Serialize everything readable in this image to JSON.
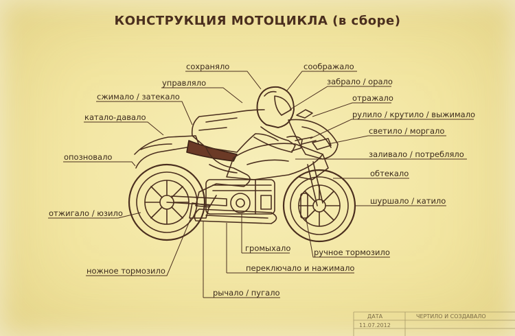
{
  "title": "КОНСТРУКЦИЯ МОТОЦИКЛА (в сборе)",
  "labels": {
    "sohranyalo": "сохраняло",
    "soobrazhalo": "соображало",
    "upravlyalo": "управляло",
    "zabralo": "забрало / орало",
    "szhimalo": "сжимало / затекало",
    "otrazhalo": "отражало",
    "rulilo": "рулило / крутило / выжимало",
    "katalo": "катало-давало",
    "svetilo": "светило / моргало",
    "opoznovalo": "опозновало",
    "zalivalo": "заливало / потребляло",
    "obtekalo": "обтекало",
    "otzhigalo": "отжигало / юзило",
    "shurshalo": "шуршало / катило",
    "gromyhalo": "громыхало",
    "ruchnoe": "ручное тормозило",
    "nozhnoe": "ножное тормозило",
    "pereklyuchalo": "переключало и нажимало",
    "rychalo": "рычало / пугало"
  },
  "title_block": {
    "date_header": "ДАТА",
    "author_header": "ЧЕРТИЛО И СОЗДАВАЛО",
    "date_value": "11.07.2012"
  }
}
